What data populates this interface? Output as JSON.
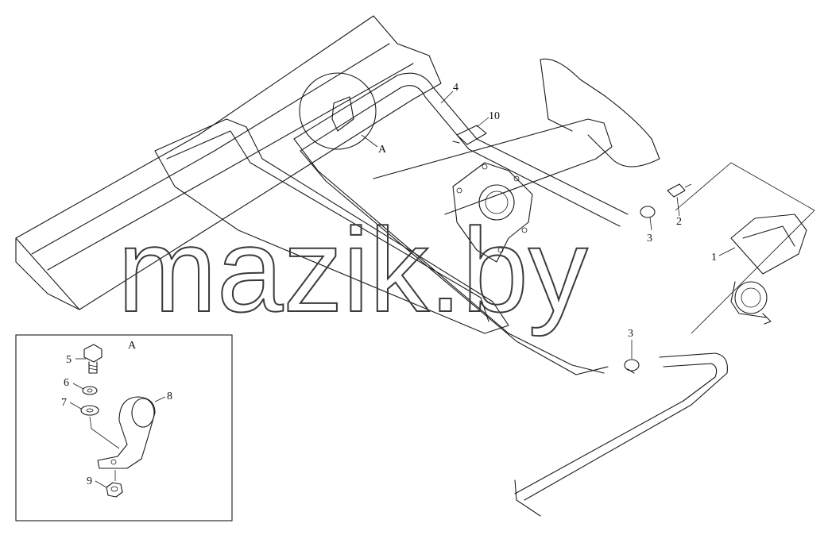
{
  "watermark": "mazik.by",
  "detail_ref": "A",
  "inset_title": "A",
  "callouts": {
    "c1": "1",
    "c2": "2",
    "c3a": "3",
    "c3b": "3",
    "c4": "4",
    "c5": "5",
    "c6": "6",
    "c7": "7",
    "c8": "8",
    "c9": "9",
    "c10": "10"
  },
  "colors": {
    "line": "#1a1a1a",
    "background": "#ffffff"
  }
}
